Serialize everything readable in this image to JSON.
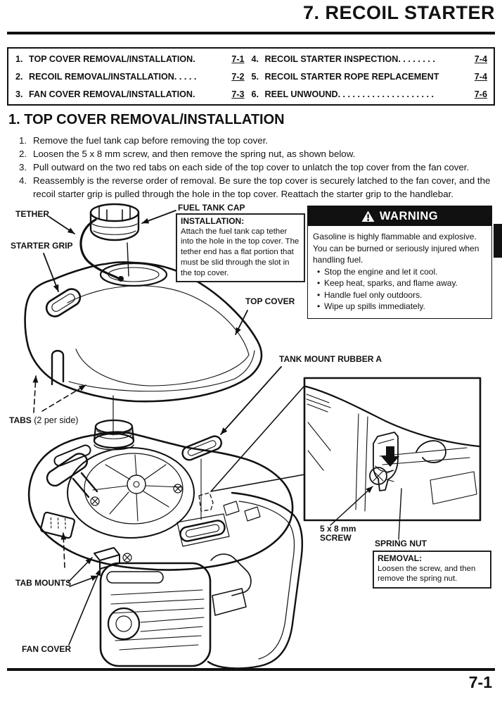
{
  "page": {
    "header_title": "7. RECOIL STARTER",
    "page_number": "7-1"
  },
  "toc": {
    "items": [
      {
        "num": "1.",
        "label": "TOP COVER REMOVAL/INSTALLATION",
        "dots": " .",
        "page": "7-1"
      },
      {
        "num": "2.",
        "label": "RECOIL REMOVAL/INSTALLATION",
        "dots": ". . . . .",
        "page": "7-2"
      },
      {
        "num": "3.",
        "label": "FAN COVER REMOVAL/INSTALLATION",
        "dots": " .",
        "page": "7-3"
      },
      {
        "num": "4.",
        "label": "RECOIL STARTER INSPECTION",
        "dots": " . . . . . . . .",
        "page": "7-4"
      },
      {
        "num": "5.",
        "label": "RECOIL STARTER ROPE REPLACEMENT",
        "dots": "",
        "page": "7-4"
      },
      {
        "num": "6.",
        "label": "REEL UNWOUND",
        "dots": ". . . . . . . . . . . . . . . . . . . .",
        "page": "7-6"
      }
    ]
  },
  "section": {
    "heading": "1. TOP COVER REMOVAL/INSTALLATION",
    "steps": [
      {
        "num": "1.",
        "text": "Remove the fuel tank cap before removing the top cover."
      },
      {
        "num": "2.",
        "text": "Loosen the 5 x 8 mm screw, and then remove the spring nut, as shown below."
      },
      {
        "num": "3.",
        "text": "Pull outward on the two red tabs on each side of the top cover to unlatch the top cover from the fan cover."
      },
      {
        "num": "4.",
        "text": "Reassembly is the reverse order of removal. Be sure the top cover is securely latched to the fan cover, and the recoil starter grip is pulled through the hole in the top cover. Reattach the starter grip to the handlebar."
      }
    ]
  },
  "warning": {
    "title": "WARNING",
    "intro": [
      "Gasoline is highly flammable and explosive.",
      "You can be burned or seriously injured when handling fuel."
    ],
    "bullet_char": "•",
    "bullets": [
      "Stop the engine and let it cool.",
      "Keep heat, sparks, and flame away.",
      "Handle fuel only outdoors.",
      "Wipe up spills immediately."
    ]
  },
  "installation_note": {
    "title": "INSTALLATION:",
    "text": "Attach the fuel tank cap tether into the hole in the top cover. The tether end has a flat portion that must be slid through the slot in the top cover."
  },
  "removal_note": {
    "title": "REMOVAL:",
    "text": "Loosen the screw, and then remove the spring nut."
  },
  "diagram_labels": {
    "tether": "TETHER",
    "fuel_tank_cap": "FUEL TANK CAP",
    "starter_grip": "STARTER GRIP",
    "top_cover": "TOP COVER",
    "tank_mount_rubber_a": "TANK MOUNT RUBBER A",
    "tabs_bold": "TABS",
    "tabs_rest": " (2 per side)",
    "screw_line1": "5 x 8 mm",
    "screw_line2": "SCREW",
    "spring_nut": "SPRING NUT",
    "tab_mounts": "TAB MOUNTS",
    "fan_cover": "FAN COVER"
  },
  "colors": {
    "ink": "#111111",
    "paper": "#ffffff"
  }
}
